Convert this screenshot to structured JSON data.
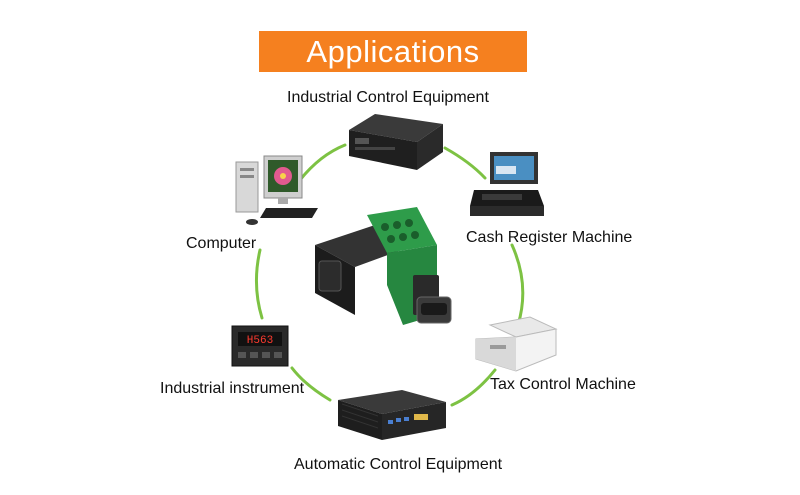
{
  "title": "Applications",
  "colors": {
    "banner": "#f5801f",
    "ring": "#7dc243",
    "terminal_green": "#2e9c4a",
    "device_dark": "#1e1e1e"
  },
  "nodes": {
    "top": "Industrial Control Equipment",
    "upper_left": "Computer",
    "upper_right": "Cash Register Machine",
    "lower_left": "Industrial instrument",
    "lower_right": "Tax Control Machine",
    "bottom": "Automatic Control Equipment"
  },
  "instrument_display": "H563"
}
